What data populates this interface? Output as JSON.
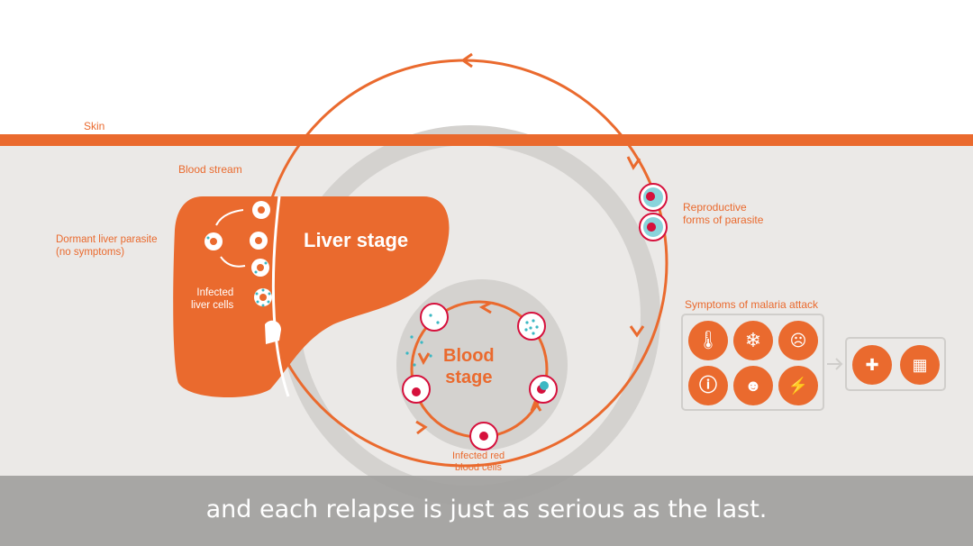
{
  "labels": {
    "skin": "Skin",
    "blood_stream": "Blood stream",
    "dormant": "Dormant liver parasite\n(no symptoms)",
    "infected_liver": "Infected\nliver cells",
    "liver_stage": "Liver stage",
    "blood_stage": "Blood\nstage",
    "reproductive": "Reproductive\nforms of parasite",
    "infected_red": "Infected red\nblood cells",
    "symptoms": "Symptoms of malaria attack"
  },
  "symptom_icons": [
    "thermometer-icon",
    "snowflake-icon",
    "headache-icon",
    "warning-icon",
    "fatigue-icon",
    "muscle-pain-icon"
  ],
  "care_icons": [
    "ambulance-icon",
    "hospital-icon"
  ],
  "colors": {
    "orange": "#ea6a2e",
    "background": "#ebe9e7",
    "ring": "#d4d2cf",
    "teal": "#3bb8c3",
    "red": "#d6103c"
  },
  "caption": "and each relapse is just as serious as the last."
}
